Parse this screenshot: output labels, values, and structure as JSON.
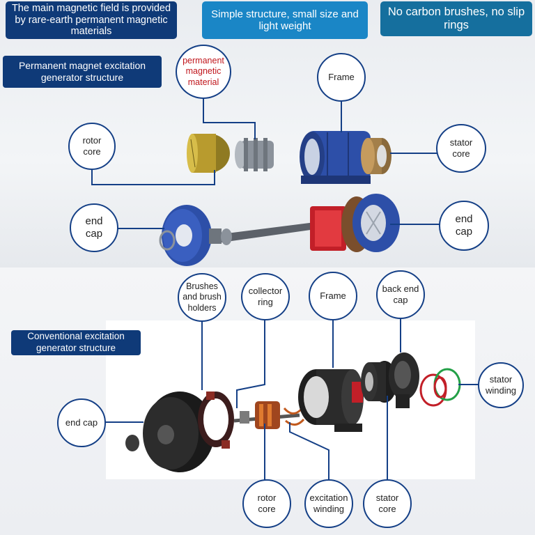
{
  "banners": {
    "rare_earth": "The main magnetic field is provided by rare-earth permanent magnetic materials",
    "simple": "Simple structure, small size and light weight",
    "no_brushes": "No carbon brushes, no slip rings"
  },
  "sections": {
    "permanent": "Permanent magnet excitation generator structure",
    "conventional": "Conventional excitation generator structure"
  },
  "top_callouts": {
    "magnet": "permanent magnetic material",
    "frame": "Frame",
    "rotor_core": "rotor core",
    "stator_core": "stator core",
    "end_cap_left": "end cap",
    "end_cap_right": "end cap"
  },
  "bottom_callouts": {
    "brushes": "Brushes and brush holders",
    "collector": "collector ring",
    "frame": "Frame",
    "back_end_cap": "back end cap",
    "stator_winding": "stator winding",
    "end_cap": "end cap",
    "rotor_core": "rotor core",
    "excitation": "excitation winding",
    "stator_core": "stator core"
  },
  "colors": {
    "navy": "#0f3a78",
    "blue": "#1a86c6",
    "teal": "#156f9e",
    "magnet_text": "#c0161c",
    "part_blue": "#2d4fa8",
    "part_red": "#c21f28",
    "part_gold": "#b89b2e"
  }
}
